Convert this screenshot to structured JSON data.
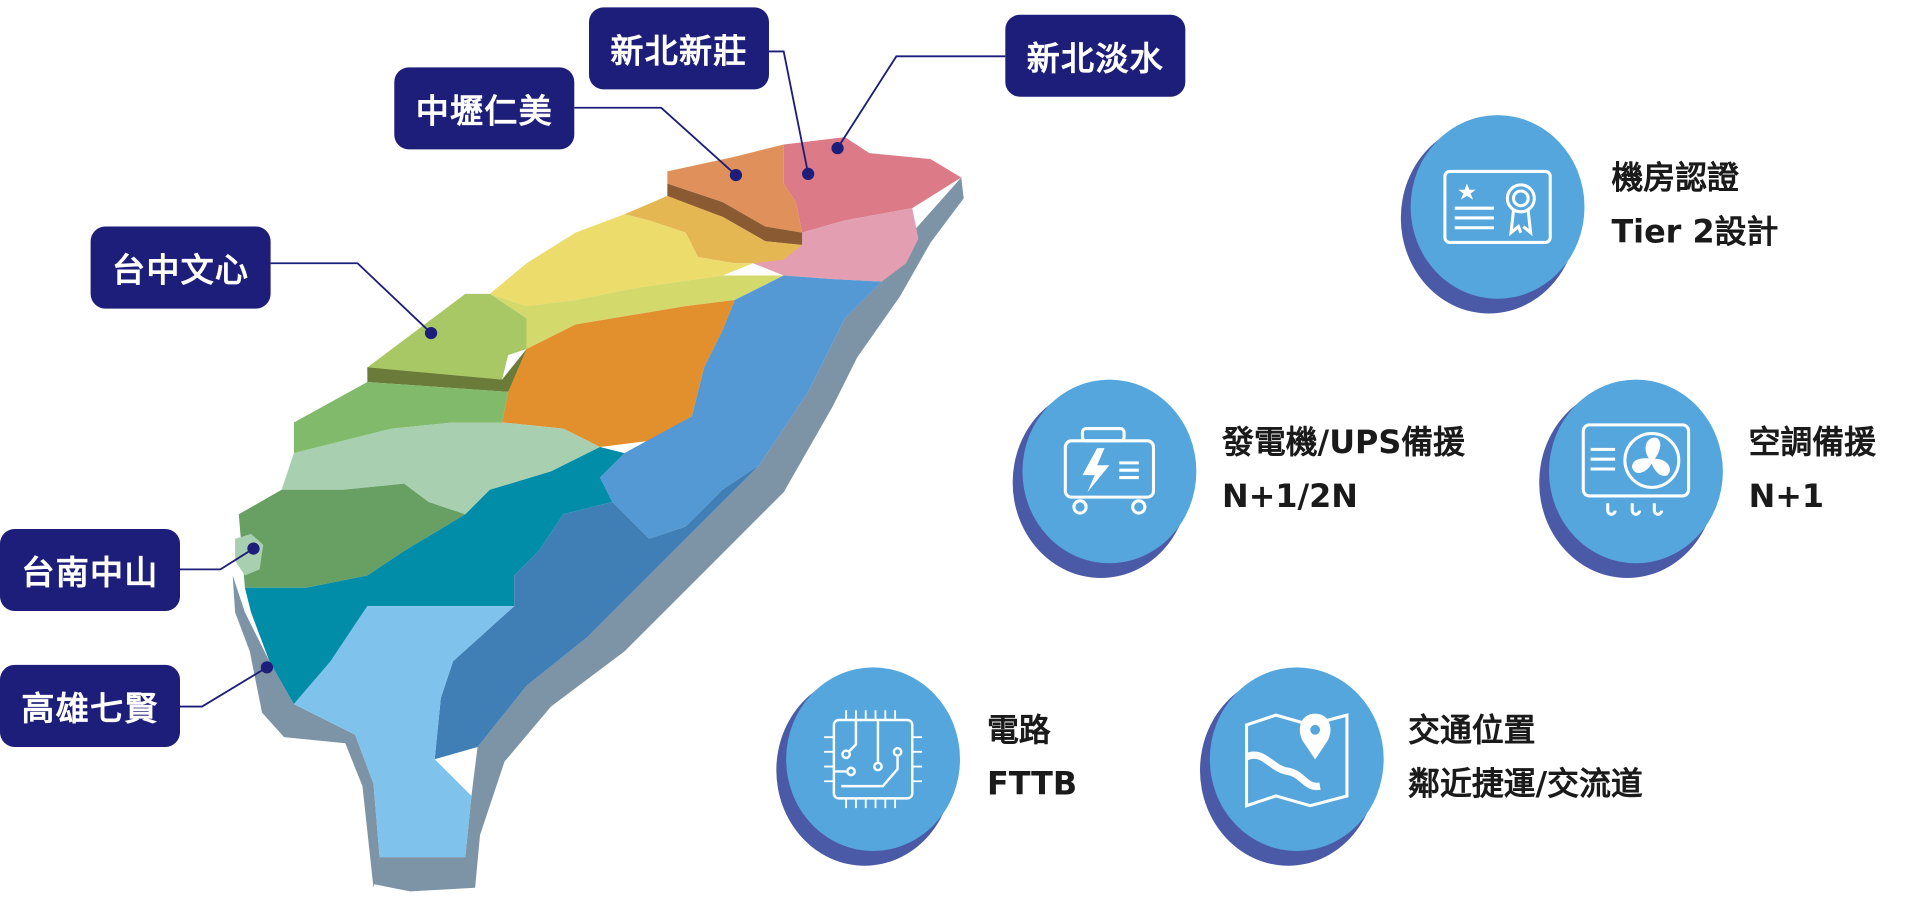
{
  "locations": [
    {
      "name": "新北新莊"
    },
    {
      "name": "新北淡水"
    },
    {
      "name": "中壢仁美"
    },
    {
      "name": "台中文心"
    },
    {
      "name": "台南中山"
    },
    {
      "name": "高雄七賢"
    }
  ],
  "features": [
    {
      "icon": "certificate-icon",
      "title": "機房認證",
      "subtitle": "Tier 2設計"
    },
    {
      "icon": "generator-icon",
      "title": "發電機/UPS備援",
      "subtitle": "N+1/2N"
    },
    {
      "icon": "air-conditioner-icon",
      "title": "空調備援",
      "subtitle": "N+1"
    },
    {
      "icon": "circuit-icon",
      "title": "電路",
      "subtitle": "FTTB"
    },
    {
      "icon": "map-pin-icon",
      "title": "交通位置",
      "subtitle": "鄰近捷運/交流道"
    }
  ],
  "colors": {
    "label_bg": "#1d1d7a",
    "circle": "#55a6dd",
    "circle_shadow": "#4b5aa6"
  }
}
